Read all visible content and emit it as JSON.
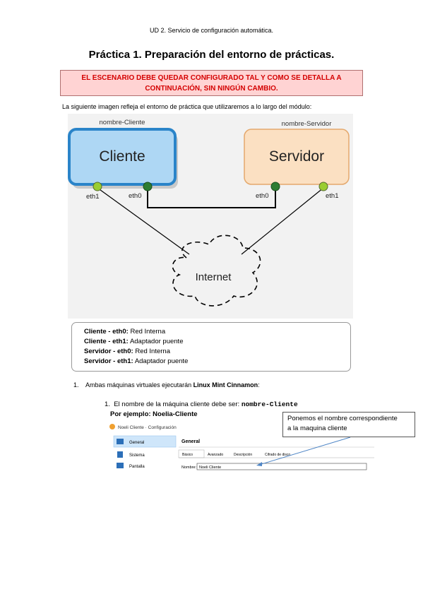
{
  "header": {
    "text": "UD 2. Servicio de configuración automática."
  },
  "title": "Práctica 1. Preparación del entorno de prácticas.",
  "warning": {
    "line1": "EL ESCENARIO DEBE QUEDAR CONFIGURADO TAL Y COMO SE DETALLA A",
    "line2": "CONTINUACIÓN, SIN NINGÚN CAMBIO."
  },
  "intro": "La siguiente imagen refleja el entorno de práctica que utilizaremos a lo largo del módulo:",
  "diagram": {
    "client_name": "nombre-Cliente",
    "server_name": "nombre-Servidor",
    "client_label": "Cliente",
    "server_label": "Servidor",
    "cloud_label": "Internet",
    "client_eth1": "eth1",
    "client_eth0": "eth0",
    "server_eth0": "eth0",
    "server_eth1": "eth1"
  },
  "legend": [
    {
      "key": "Cliente - eth0:",
      "value": "Red Interna"
    },
    {
      "key": "Cliente - eth1:",
      "value": "Adaptador puente"
    },
    {
      "key": "Servidor - eth0:",
      "value": "Red Interna"
    },
    {
      "key": "Servidor - eth1:",
      "value": "Adaptador puente"
    }
  ],
  "item1": {
    "number": "1.",
    "prefix": "Ambas máquinas virtuales ejecutarán",
    "bold": "Linux Mint Cinnamon",
    "suffix": ":"
  },
  "item1_1": {
    "number": "1.",
    "text": "El nombre de la máquina cliente debe ser:",
    "code": "nombre-Cliente"
  },
  "example": "Por ejemplo: Noelia-Cliente",
  "callout": {
    "line1": "Ponemos el nombre correspondiente",
    "line2": "a la maquina cliente"
  },
  "mini_screenshot": {
    "window_title": "Noeli Cliente · Configuración",
    "sidebar": [
      "General",
      "Sistema",
      "Pantalla"
    ],
    "section_title": "General",
    "tabs": [
      "Básico",
      "Avanzado",
      "Descripción",
      "Cifrado de disco"
    ],
    "name_label": "Nombre:",
    "name_value": "Noeli Cliente"
  },
  "colors": {
    "client_fill": "#aed7f4",
    "client_border": "#2a84c9",
    "server_fill": "#fbe0c2",
    "server_border": "#e4a86c",
    "port_green_light": "#9acd32",
    "port_green_dark": "#2e7d32",
    "warning_text": "#d40000",
    "warning_bg": "#ffd3d3"
  }
}
